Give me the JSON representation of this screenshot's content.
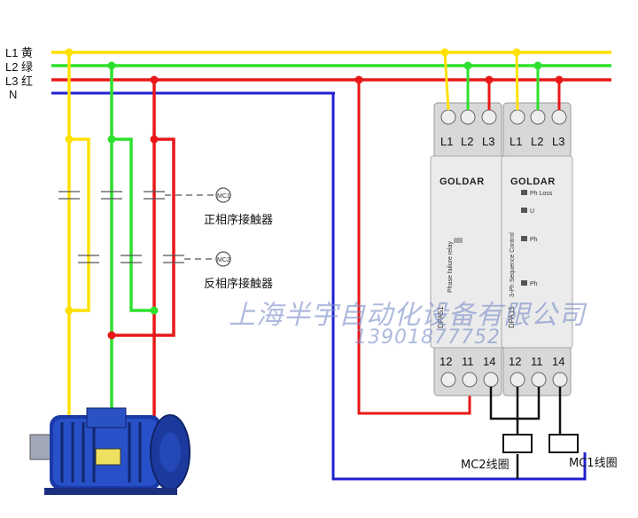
{
  "buses": [
    {
      "id": "L1",
      "color_name": "黄",
      "color": "#ffe000"
    },
    {
      "id": "L2",
      "color_name": "绿",
      "color": "#2ee02e"
    },
    {
      "id": "L3",
      "color_name": "红",
      "color": "#e81818"
    },
    {
      "id": "N",
      "color_name": "",
      "color": "#2020d0"
    }
  ],
  "contactors": {
    "forward": {
      "tag": "MC1",
      "label": "正相序接触器"
    },
    "reverse": {
      "tag": "MC2",
      "label": "反相序接触器"
    }
  },
  "relay_left": {
    "brand": "GOLDAR",
    "model": "DPA51",
    "desc": "Phase failure relay",
    "inputs": [
      "L1",
      "L2",
      "L3"
    ],
    "outputs": [
      "12",
      "11",
      "14"
    ]
  },
  "relay_right": {
    "brand": "GOLDAR",
    "model": "DPA15",
    "desc": "3-Ph Sequence Control",
    "indicators": [
      "Ph Loss",
      "U",
      "Ph",
      "Ph"
    ],
    "inputs": [
      "L1",
      "L2",
      "L3"
    ],
    "outputs": [
      "12",
      "11",
      "14"
    ]
  },
  "coils": {
    "mc2": "MC2线圈",
    "mc1": "MC1线圈"
  },
  "watermark": {
    "company": "上海半宇自动化设备有限公司",
    "phone": "13901877752"
  }
}
